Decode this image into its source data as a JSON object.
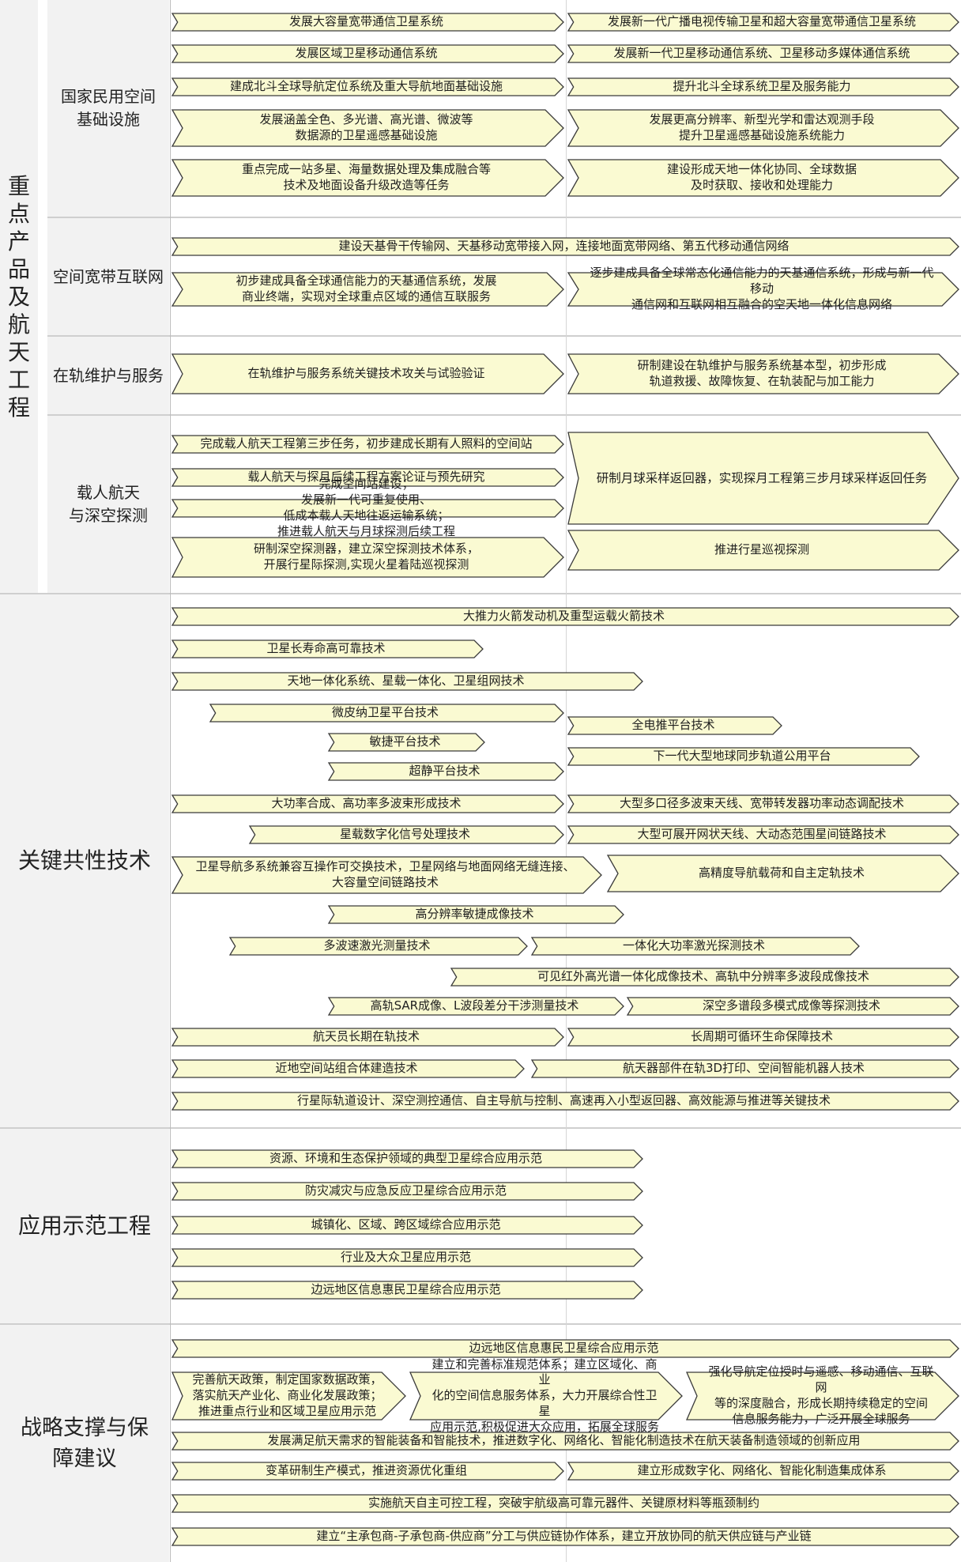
{
  "categories": {
    "products": "重点产品及航天工程",
    "tech": "关键共性技术",
    "apps": "应用示范工程",
    "support": "战略支撑与保障建议"
  },
  "subcategories": {
    "infrastructure": "国家民用空间\n基础设施",
    "internet": "空间宽带互联网",
    "onorbit": "在轨维护与服务",
    "manned": "载人航天\n与深空探测"
  },
  "arrows": [
    "发展大容量宽带通信卫星系统",
    "发展新一代广播电视传输卫星和超大容量宽带通信卫星系统",
    "发展区域卫星移动通信系统",
    "发展新一代卫星移动通信系统、卫星移动多媒体通信系统",
    "建成北斗全球导航定位系统及重大导航地面基础设施",
    "提升北斗全球系统卫星及服务能力",
    "发展涵盖全色、多光谱、高光谱、微波等\n数据源的卫星遥感基础设施",
    "发展更高分辨率、新型光学和雷达观测手段\n提升卫星遥感基础设施系统能力",
    "重点完成一站多星、海量数据处理及集成融合等\n技术及地面设备升级改造等任务",
    "建设形成天地一体化协同、全球数据\n及时获取、接收和处理能力",
    "建设天基骨干传输网、天基移动宽带接入网，连接地面宽带网络、第五代移动通信网络",
    "初步建成具备全球通信能力的天基通信系统，发展\n商业终端，实现对全球重点区域的通信互联服务",
    "逐步建成具备全球常态化通信能力的天基通信系统，形成与新一代移动\n通信网和互联网相互融合的空天地一体化信息网络",
    "在轨维护与服务系统关键技术攻关与试验验证",
    "研制建设在轨维护与服务系统基本型，初步形成\n轨道救援、故障恢复、在轨装配与加工能力",
    "完成载人航天工程第三步任务，初步建成长期有人照料的空间站",
    "研制月球采样返回器，实现探月工程第三步月球采样返回任务",
    "载人航天与探月后续工程方案论证与预先研究",
    "完成空间站建设；\n发展新一代可重复使用、\n低成本载人天地往返运输系统；\n推进载人航天与月球探测后续工程",
    "研制深空探测器，建立深空探测技术体系，\n开展行星际探测,实现火星着陆巡视探测",
    "推进行星巡视探测",
    "大推力火箭发动机及重型运载火箭技术",
    "卫星长寿命高可靠技术",
    "天地一体化系统、星载一体化、卫星组网技术",
    "微皮纳卫星平台技术",
    "全电推平台技术",
    "敏捷平台技术",
    "下一代大型地球同步轨道公用平台",
    "超静平台技术",
    "大功率合成、高功率多波束形成技术",
    "大型多口径多波束天线、宽带转发器功率动态调配技术",
    "星载数字化信号处理技术",
    "大型可展开网状天线、大动态范围星间链路技术",
    "卫星导航多系统兼容互操作可交换技术，卫星网络与地面网络无缝连接、\n大容量空间链路技术",
    "高精度导航载荷和自主定轨技术",
    "高分辨率敏捷成像技术",
    "多波速激光测量技术",
    "一体化大功率激光探测技术",
    "可见红外高光谱一体化成像技术、高轨中分辨率多波段成像技术",
    "高轨SAR成像、L波段差分干涉测量技术",
    "深空多谱段多模式成像等探测技术",
    "航天员长期在轨技术",
    "长周期可循环生命保障技术",
    "近地空间站组合体建造技术",
    "航天器部件在轨3D打印、空间智能机器人技术",
    "行星际轨道设计、深空测控通信、自主导航与控制、高速再入小型返回器、高效能源与推进等关键技术",
    "资源、环境和生态保护领域的典型卫星综合应用示范",
    "防灾减灾与应急反应卫星综合应用示范",
    "城镇化、区域、跨区域综合应用示范",
    "行业及大众卫星应用示范",
    "边远地区信息惠民卫星综合应用示范",
    "边远地区信息惠民卫星综合应用示范",
    "完善航天政策，制定国家数据政策，\n落实航天产业化、商业化发展政策；\n推进重点行业和区域卫星应用示范",
    "建立和完善标准规范体系；建立区域化、商业\n化的空间信息服务体系，大力开展综合性卫星\n应用示范,积极促进大众应用，拓展全球服务",
    "强化导航定位授时与遥感、移动通信、互联网\n等的深度融合，形成长期持续稳定的空间\n信息服务能力，广泛开展全球服务",
    "发展满足航天需求的智能装备和智能技术，推进数字化、网络化、智能化制造技术在航天装备制造领域的创新应用",
    "变革研制生产模式，推进资源优化重组",
    "建立形成数字化、网络化、智能化制造集成体系",
    "实施航天自主可控工程，突破宇航级高可靠元器件、关键原材料等瓶颈制约",
    "建立“主承包商-子承包商-供应商”分工与供应链协作体系，建立开放协同的航天供应链与产业链"
  ],
  "colors": {
    "arrow_fill": "#fafad2",
    "arrow_stroke": "#3a3a3a",
    "category_bg": "#f2f2f2"
  }
}
